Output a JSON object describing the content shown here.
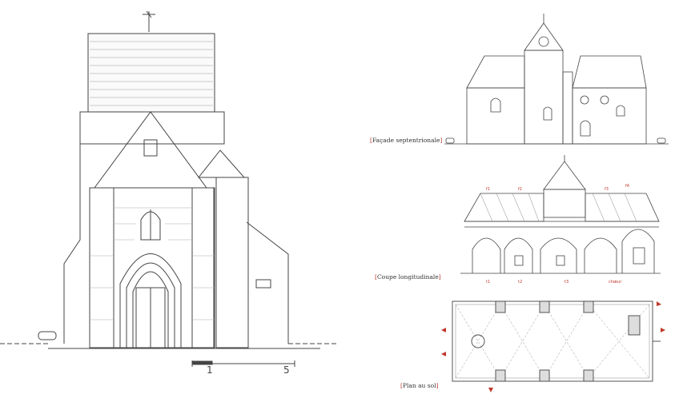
{
  "captions": {
    "facade": "Façade septentrionale",
    "section": "Coupe longitudinale",
    "plan": "Plan au sol",
    "bracket_open": "[",
    "bracket_close": "]"
  },
  "scale_bar": {
    "label_left": "1",
    "label_right": "5"
  },
  "section_annotations": {
    "top": [
      "f1",
      "f2",
      "f3",
      "f4"
    ],
    "bottom": [
      "t1",
      "t2",
      "t3",
      "chœur"
    ]
  },
  "colors": {
    "ink": "#333333",
    "accent": "#c0392b",
    "paper": "#ffffff"
  }
}
